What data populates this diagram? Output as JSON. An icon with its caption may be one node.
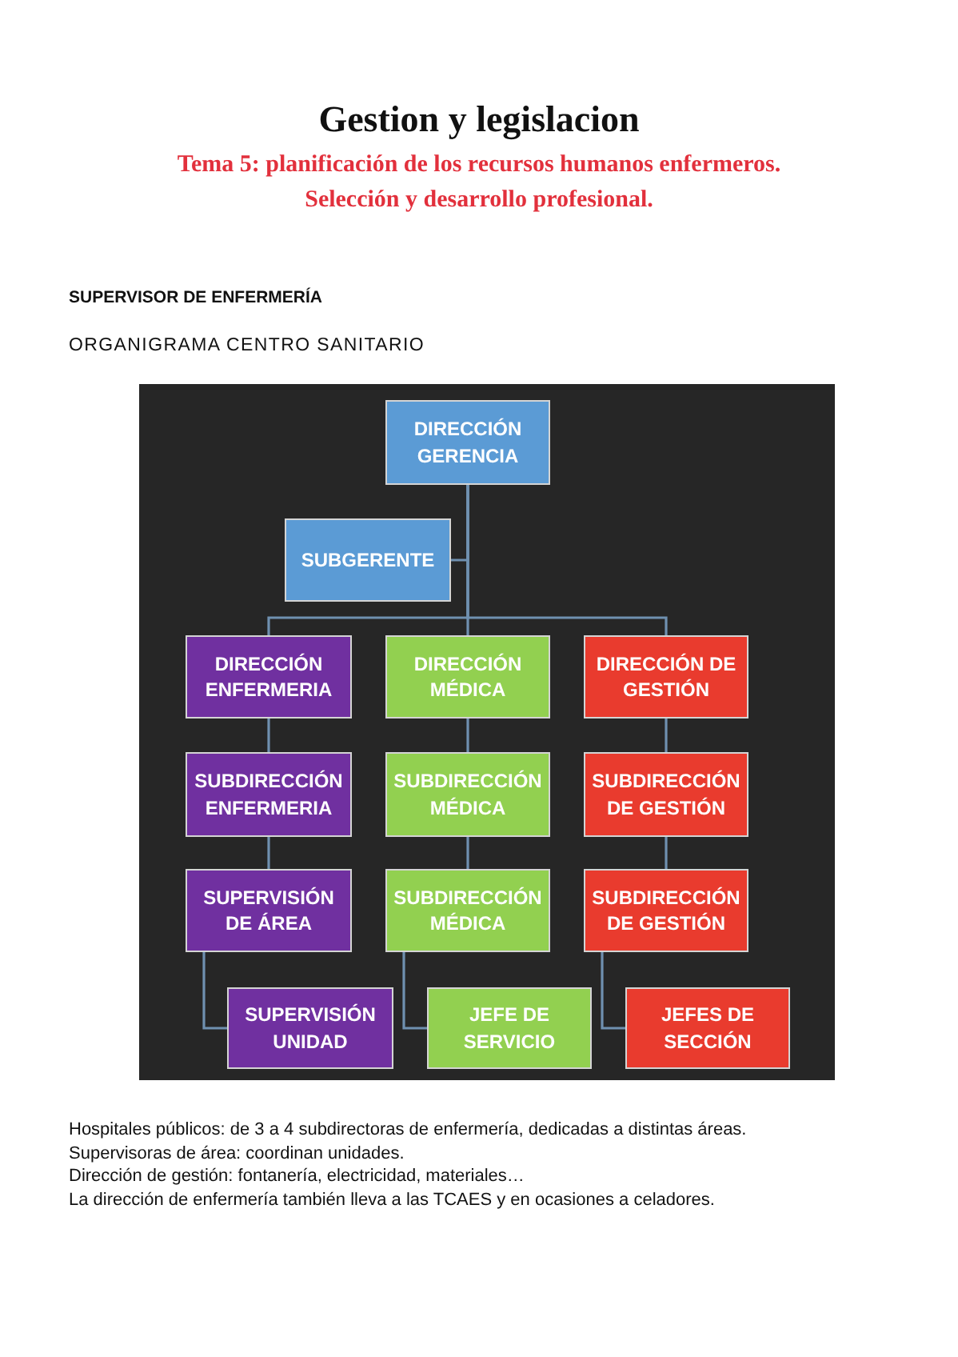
{
  "diagram": {
    "title": "Gestion y legislacion",
    "nodes": [
      {
        "text": [
          "DIRECCIÓN GERENCIA"
        ]
      },
      {
        "text": [
          "SUBGERENTE"
        ]
      },
      {
        "text": [
          "DIRECCIÓN ENFERMERIA"
        ]
      },
      {
        "text": [
          "DIRECCIÓN MÉDICA"
        ]
      },
      {
        "text": [
          "DIRECCIÓN DE GESTIÓN"
        ]
      },
      {
        "text": [
          "SUBDIRECCIÓN ENFERMERIA"
        ]
      },
      {
        "text": [
          "SUBDIRECCIÓN MÉDICA"
        ]
      },
      {
        "text": [
          "SUBDIRECCIÓN DE GESTIÓN"
        ]
      },
      {
        "text": [
          "SUPERVISIÓN DE ÁREA"
        ]
      },
      {
        "text": [
          "SUBDIRECCIÓN MÉDICA"
        ]
      },
      {
        "text": [
          "SUBDIRECCIÓN DE GESTIÓN"
        ]
      },
      {
        "text": [
          "SUPERVISIÓN UNIDAD"
        ]
      },
      {
        "text": [
          "JEFE DE SERVICIO"
        ]
      },
      {
        "text": [
          "JEFES DE SECCIÓN"
        ]
      }
    ],
    "edges": [
      {
        "from": 0,
        "to": 1,
        "arrow": "none"
      },
      {
        "from": 0,
        "to": 2,
        "arrow": "none"
      },
      {
        "from": 0,
        "to": 3,
        "arrow": "none"
      },
      {
        "from": 0,
        "to": 4,
        "arrow": "none"
      },
      {
        "from": 2,
        "to": 5,
        "arrow": "none"
      },
      {
        "from": 3,
        "to": 6,
        "arrow": "none"
      },
      {
        "from": 4,
        "to": 7,
        "arrow": "none"
      },
      {
        "from": 5,
        "to": 8,
        "arrow": "none"
      },
      {
        "from": 6,
        "to": 9,
        "arrow": "none"
      },
      {
        "from": 7,
        "to": 10,
        "arrow": "none"
      },
      {
        "from": 8,
        "to": 11,
        "arrow": "none"
      },
      {
        "from": 9,
        "to": 12,
        "arrow": "none"
      },
      {
        "from": 10,
        "to": 13,
        "arrow": "none"
      }
    ],
    "labels": [
      "Tema 5: planificación de los recursos humanos enfermeros.",
      "Selección y desarrollo profesional.",
      "SUPERVISOR DE ENFERMERÍA",
      "ORGANIGRAMA CENTRO SANITARIO",
      "Hospitales públicos: de 3 a 4 subdirectoras de enfermería, dedicadas a distintas áreas.",
      "Supervisoras de área: coordinan unidades.",
      "Dirección de gestión: fontanería, electricidad, materiales…",
      "La dirección de enfermería también lleva a las TCAES y en ocasiones a celadores."
    ]
  }
}
